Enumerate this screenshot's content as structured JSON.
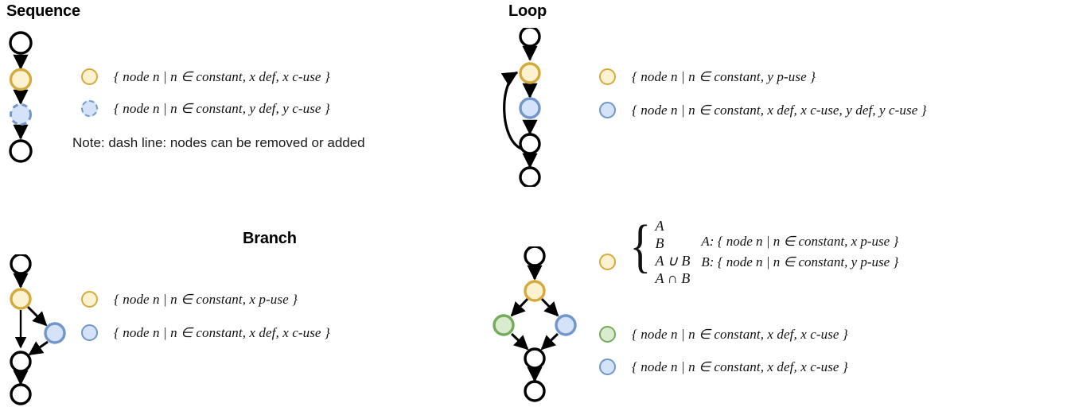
{
  "panels": {
    "sequence": {
      "title": "Sequence",
      "legend": [
        {
          "marker": "yellow-circle",
          "text": "{ node n | n ∈ constant, x def, x c-use }"
        },
        {
          "marker": "blue-dashed-circle",
          "text": "{ node n | n ∈ constant, y def, y c-use }"
        }
      ],
      "note": "Note: dash line: nodes can be removed or added",
      "nodes": [
        {
          "id": "s1",
          "fill": "white",
          "style": "solid"
        },
        {
          "id": "s2",
          "fill": "yellow",
          "style": "solid"
        },
        {
          "id": "s3",
          "fill": "blue",
          "style": "dashed"
        },
        {
          "id": "s4",
          "fill": "white",
          "style": "solid"
        }
      ]
    },
    "loop": {
      "title": "Loop",
      "legend": [
        {
          "marker": "yellow-circle",
          "text": "{ node n | n ∈ constant, y p-use }"
        },
        {
          "marker": "blue-circle",
          "text": "{ node n | n ∈ constant, x def, x c-use, y def, y c-use }"
        }
      ],
      "nodes": [
        {
          "id": "l1",
          "fill": "white"
        },
        {
          "id": "l2",
          "fill": "yellow"
        },
        {
          "id": "l3",
          "fill": "blue"
        },
        {
          "id": "l4",
          "fill": "white"
        },
        {
          "id": "l5",
          "fill": "white"
        }
      ],
      "back_edge": "l4-to-l2"
    },
    "branch": {
      "title": "Branch",
      "legend": [
        {
          "marker": "yellow-circle",
          "text": "{ node n | n ∈ constant, x p-use }"
        },
        {
          "marker": "blue-circle",
          "text": "{ node n | n ∈ constant, x def, x c-use }"
        }
      ],
      "nodes": [
        {
          "id": "b1",
          "fill": "white"
        },
        {
          "id": "b2",
          "fill": "yellow"
        },
        {
          "id": "b3",
          "fill": "blue"
        },
        {
          "id": "b4",
          "fill": "white"
        },
        {
          "id": "b5",
          "fill": "white"
        }
      ]
    },
    "diamond": {
      "title": "",
      "brace_lines": [
        "A",
        "B",
        "A ∪ B",
        "A ∩ B"
      ],
      "set_defs": [
        "A: { node n | n ∈ constant, x p-use }",
        "B: { node n | n ∈ constant, y p-use }"
      ],
      "legend": [
        {
          "marker": "green-circle",
          "text": "{ node n | n ∈ constant, x def, x c-use }"
        },
        {
          "marker": "blue-circle",
          "text": "{ node n | n ∈ constant, x def, x c-use }"
        }
      ],
      "nodes": [
        {
          "id": "d1",
          "fill": "white"
        },
        {
          "id": "d2",
          "fill": "yellow"
        },
        {
          "id": "d3",
          "fill": "green"
        },
        {
          "id": "d4",
          "fill": "blue"
        },
        {
          "id": "d5",
          "fill": "white"
        },
        {
          "id": "d6",
          "fill": "white"
        }
      ]
    }
  },
  "colors": {
    "yellow_fill": "#fdf2d0",
    "yellow_stroke": "#d4aa3c",
    "blue_fill": "#d4e3f7",
    "blue_stroke": "#7296c9",
    "green_fill": "#d9ecd0",
    "green_stroke": "#76ab5b",
    "node_stroke": "#000000",
    "edge": "#000000",
    "background": "#ffffff"
  }
}
